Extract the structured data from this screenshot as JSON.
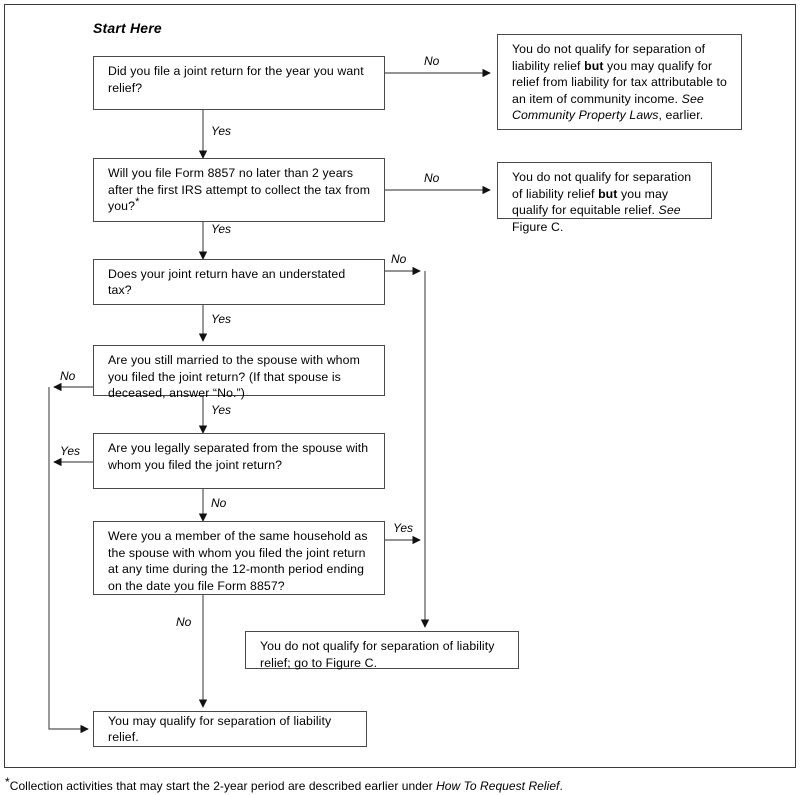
{
  "figure": {
    "start_label": "Start Here",
    "footnote_marker": "*",
    "footnote_text_before": "Collection activities that may start the 2-year period are described earlier under ",
    "footnote_text_italic": "How To Request Relief",
    "footnote_text_after": ".",
    "border_color": "#3a3a3a",
    "box_border_color": "#4a4a4a",
    "line_color": "#555555",
    "text_color": "#000000"
  },
  "nodes": {
    "q1": {
      "id": "did-you-file-joint-return",
      "text": "Did you file a joint return for the year you want relief?"
    },
    "q2": {
      "id": "will-you-file-form-8857",
      "text_a": "Will you file Form 8857 no later than 2 years after the first IRS attempt to collect the tax from you?",
      "marker": "*"
    },
    "q3": {
      "id": "understated-tax",
      "text": "Does your joint return have an understated tax?"
    },
    "q4": {
      "id": "still-married",
      "text": "Are you still married to the spouse with whom you filed the joint return? (If that spouse is deceased, answer “No.”)"
    },
    "q5": {
      "id": "legally-separated",
      "text": "Are you legally separated from the spouse with whom you filed the joint return?"
    },
    "q6": {
      "id": "same-household",
      "text": "Were you a member of the same household as the spouse with whom you filed the joint return at any time during the 12-month period ending on the date you file Form 8857?"
    },
    "out1": {
      "id": "community-income-outcome",
      "seg1": "You do not qualify for separation of liability relief ",
      "seg_bold": "but",
      "seg2": " you may qualify for relief from liability for tax attributable to an item of community income. ",
      "seg_italic_lead": "See ",
      "seg_italic": "Community Property Laws",
      "seg3": ", earlier."
    },
    "out2": {
      "id": "equitable-relief-outcome",
      "seg1": "You do not qualify for separation of liability relief ",
      "seg_bold": "but",
      "seg2": " you may qualify for equitable relief. ",
      "seg_italic": "See",
      "seg3": " Figure C."
    },
    "out3": {
      "id": "go-to-figure-c-outcome",
      "text": "You do not qualify for separation of liability relief; go to Figure C."
    },
    "out4": {
      "id": "may-qualify-outcome",
      "text": "You may qualify for separation of liability relief."
    }
  },
  "edge_labels": {
    "q1_no": "No",
    "q1_yes": "Yes",
    "q2_no": "No",
    "q2_yes": "Yes",
    "q3_no": "No",
    "q3_yes": "Yes",
    "q4_no": "No",
    "q4_yes": "Yes",
    "q5_yes": "Yes",
    "q5_no": "No",
    "q6_yes": "Yes",
    "q6_no": "No"
  }
}
